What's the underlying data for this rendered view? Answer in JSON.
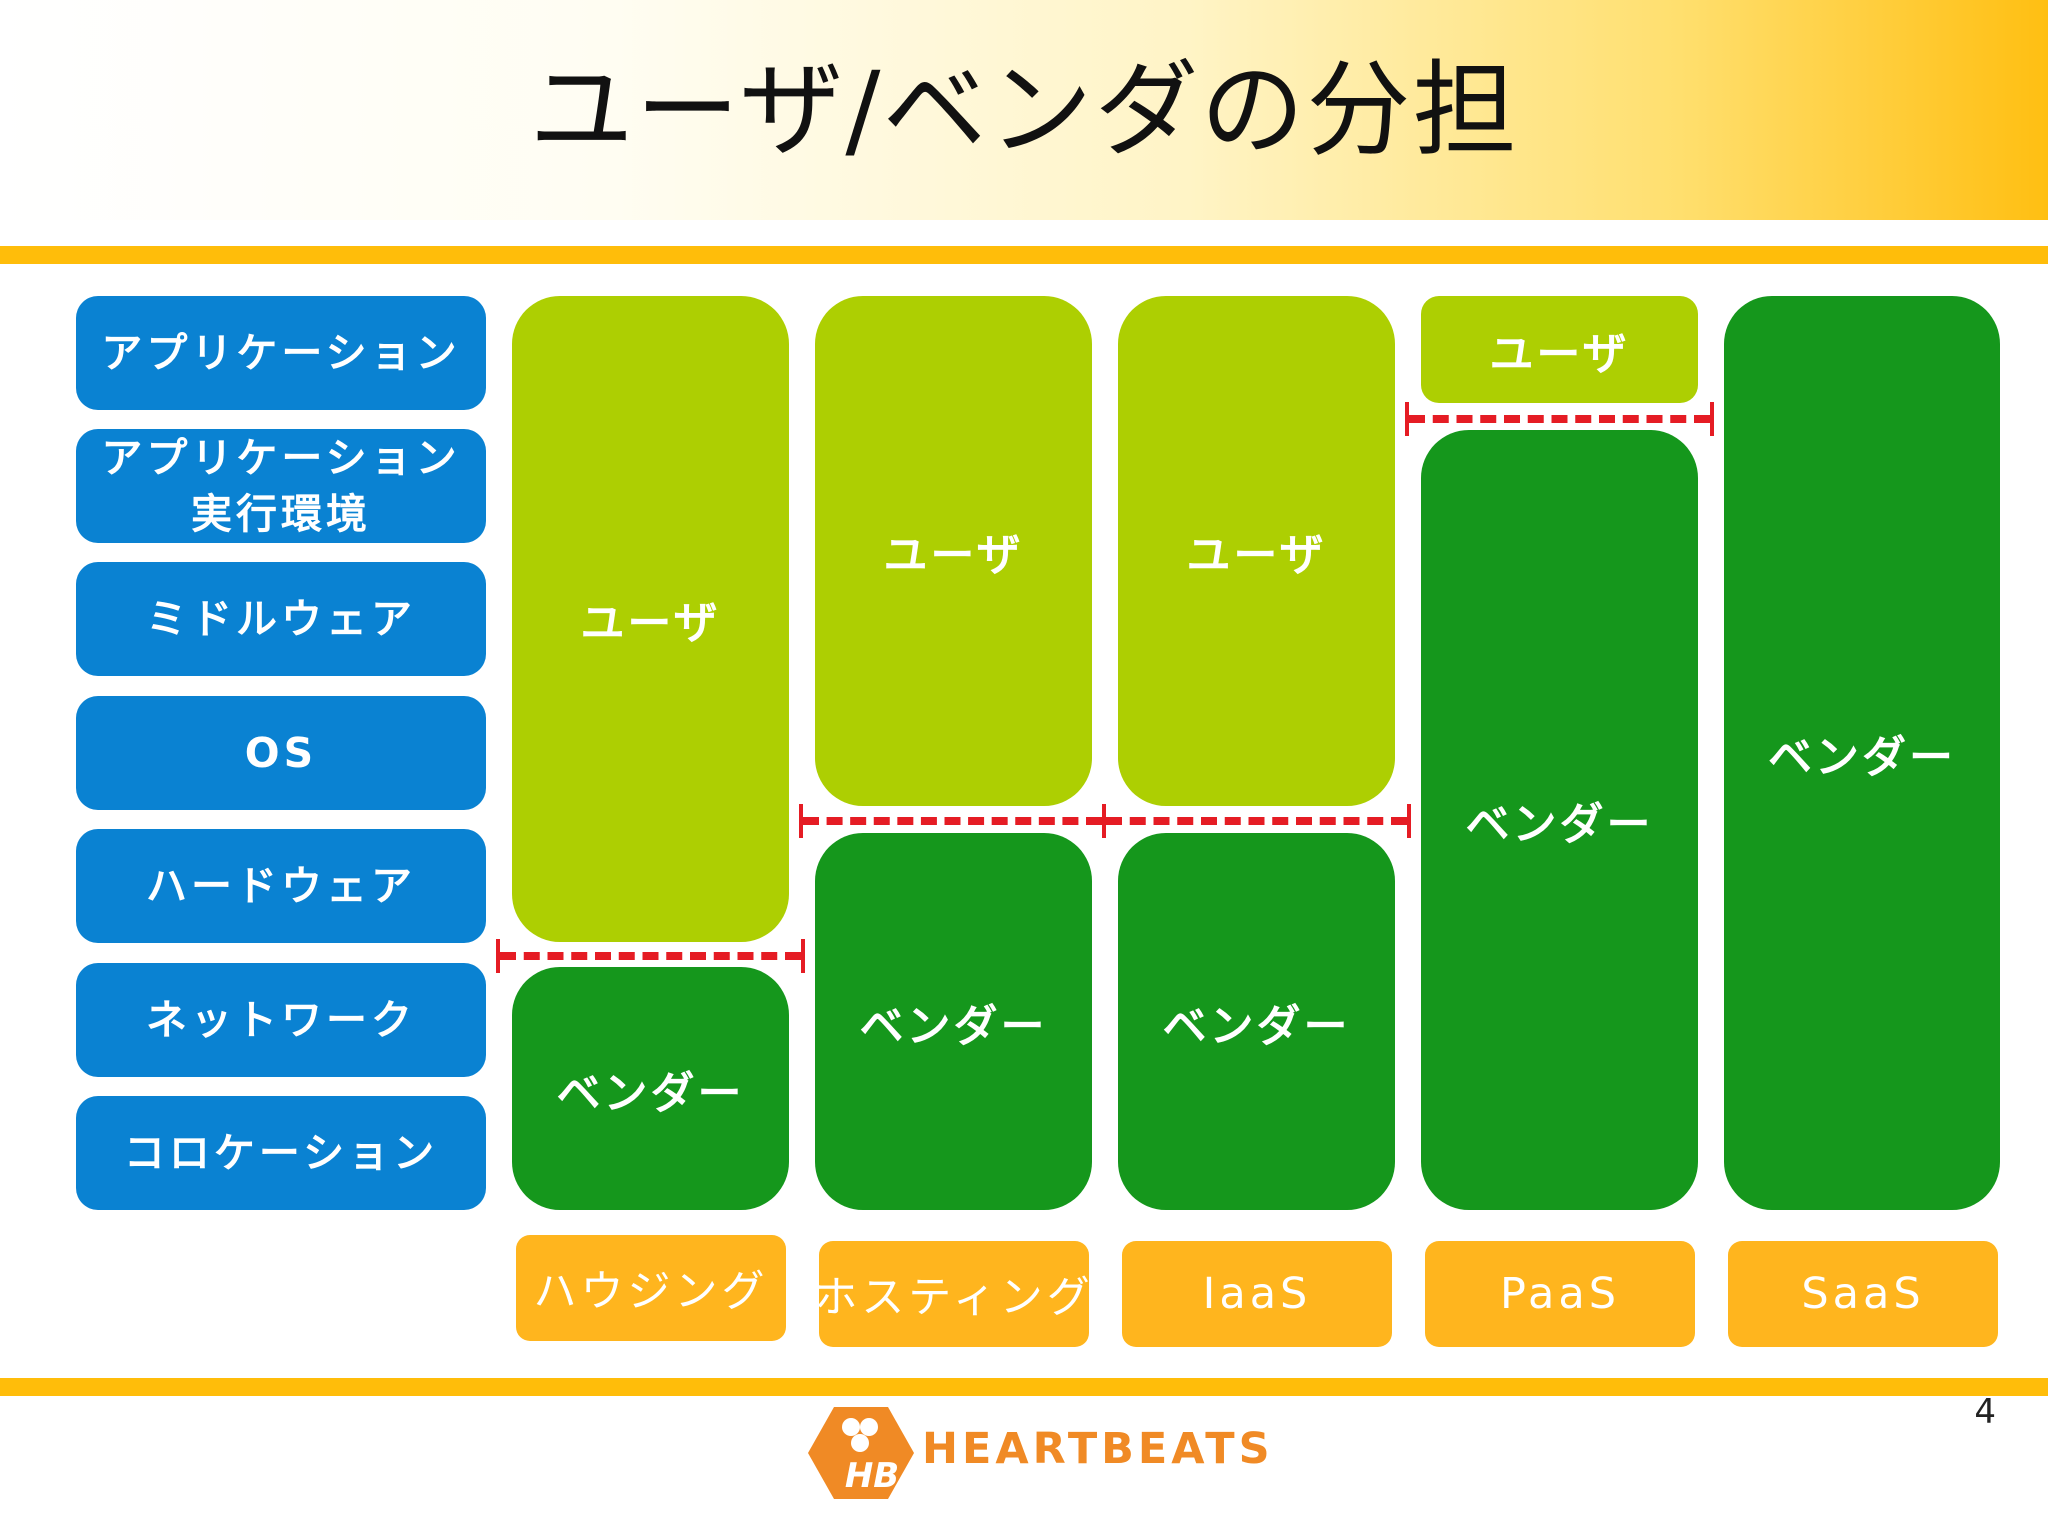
{
  "title": "ユーザ/ベンダの分担",
  "layers": [
    "アプリケーション",
    "アプリケーション\n実行環境",
    "ミドルウェア",
    "OS",
    "ハードウェア",
    "ネットワーク",
    "コロケーション"
  ],
  "columns": [
    {
      "name": "ハウジング",
      "user_label": "ユーザ",
      "vendor_label": "ベンダー"
    },
    {
      "name": "ホスティング",
      "user_label": "ユーザ",
      "vendor_label": "ベンダー"
    },
    {
      "name": "IaaS",
      "user_label": "ユーザ",
      "vendor_label": "ベンダー"
    },
    {
      "name": "PaaS",
      "user_label": "ユーザ",
      "vendor_label": "ベンダー"
    },
    {
      "name": "SaaS",
      "vendor_label": "ベンダー"
    }
  ],
  "footer": {
    "page_number": "4",
    "logo_text": "HEARTBEATS",
    "logo_letters": "HB"
  },
  "colors": {
    "layer_blue": "#0a82d2",
    "user_green": "#adcf02",
    "vendor_green": "#15971c",
    "service_orange": "#ffb51e",
    "separator_red": "#e51c24",
    "rule_orange": "#ffbd0a"
  }
}
